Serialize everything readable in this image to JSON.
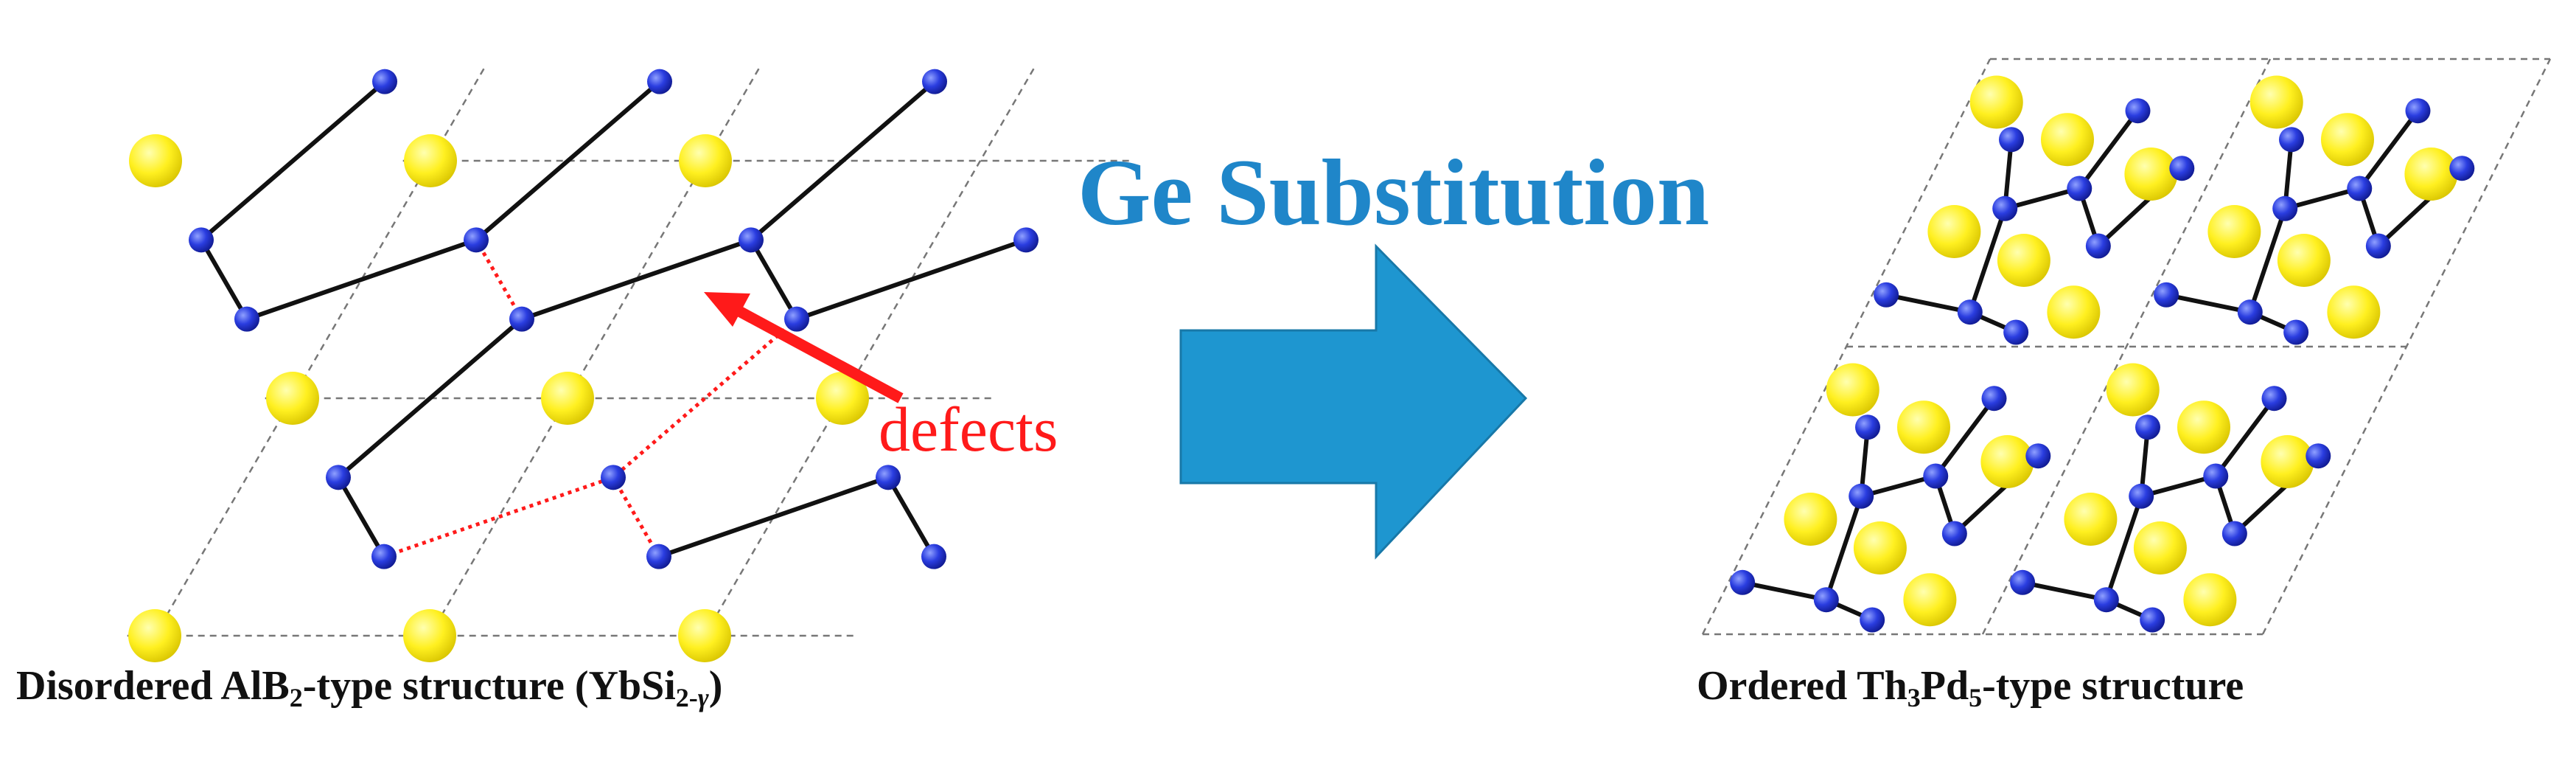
{
  "title": "Ge Substitution",
  "annotation": "defects",
  "left_caption": {
    "a": "Disordered AlB",
    "b": "2",
    "c": "-type structure (YbSi",
    "d": "2-",
    "e": "γ",
    "f": ")"
  },
  "right_caption": {
    "a": "Ordered Th",
    "b": "3",
    "c": "Pd",
    "d": "5",
    "e": "-type structure"
  },
  "colors": {
    "atom_blue": "#2233dd",
    "atom_yellow": "#ffee22",
    "arrow": "#1e96d0",
    "text_blue": "#1f86c9",
    "defect_red": "#ff1a1a"
  }
}
